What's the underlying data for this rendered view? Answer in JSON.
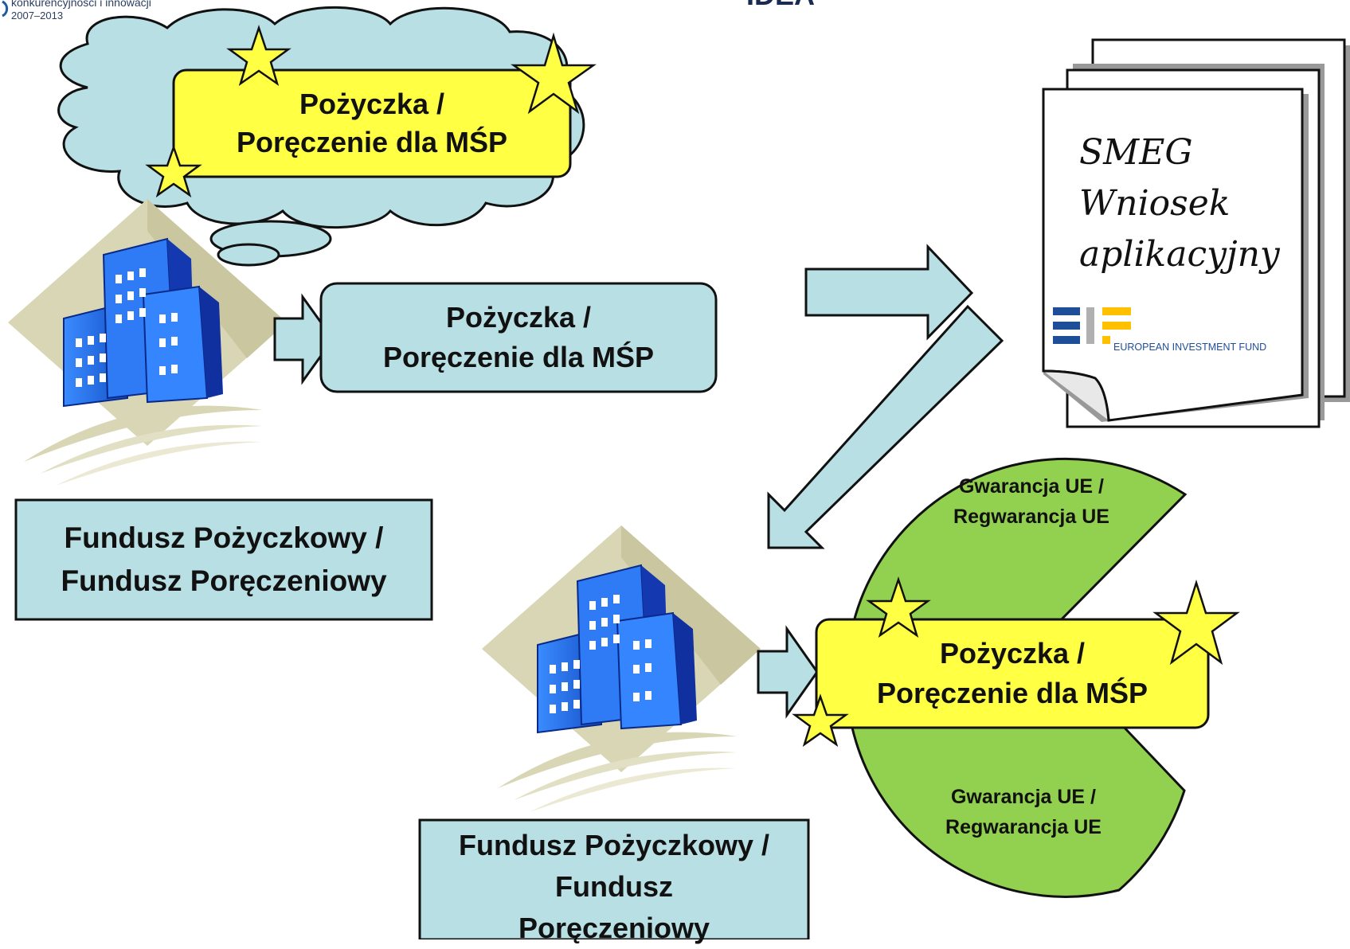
{
  "header": {
    "logo_line1": "konkurencyjności i innowacji",
    "logo_line2": "2007–2013",
    "title": "IDEA"
  },
  "thought_bubble": {
    "line1": "Pożyczka /",
    "line2": "Poręczenie dla MŚP"
  },
  "loan_box": {
    "line1": "Pożyczka /",
    "line2": "Poręczenie dla MŚP"
  },
  "fund_box_top": {
    "line1": "Fundusz Pożyczkowy /",
    "line2": "Fundusz Poręczeniowy"
  },
  "fund_box_bottom": {
    "line1": "Fundusz Pożyczkowy /",
    "line2": "Fundusz",
    "line3": "Poręczeniowy"
  },
  "document": {
    "line1": "SMEG",
    "line2": "Wniosek",
    "line3": "aplikacyjny",
    "brand": "EUROPEAN INVESTMENT FUND"
  },
  "guarantee_circle": {
    "top_line1": "Gwarancja UE /",
    "top_line2": "Regwarancja UE",
    "center_line1": "Pożyczka /",
    "center_line2": "Poręczenie dla MŚP",
    "bottom_line1": "Gwarancja UE /",
    "bottom_line2": "Regwarancja UE"
  },
  "colors": {
    "light_blue": "#b8dfe3",
    "yellow": "#ffff44",
    "green": "#92d050",
    "building_blue": "#1e64e6",
    "eif_blue": "#1f4e99",
    "eif_yellow": "#ffc000"
  }
}
